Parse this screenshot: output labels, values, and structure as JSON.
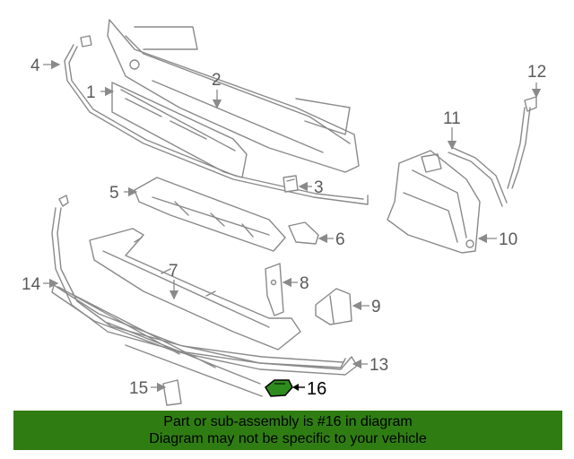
{
  "callouts": {
    "c1": "1",
    "c2": "2",
    "c3": "3",
    "c4": "4",
    "c5": "5",
    "c6": "6",
    "c7": "7",
    "c8": "8",
    "c9": "9",
    "c10": "10",
    "c11": "11",
    "c12": "12",
    "c13": "13",
    "c14": "14",
    "c15": "15",
    "c16": "16"
  },
  "highlight": {
    "part": "16",
    "color": "#2e8b1e"
  },
  "banner": {
    "line1": "Part or sub-assembly is #16 in diagram",
    "line2": "Diagram may not be specific to your vehicle",
    "background": "#2f7d12"
  }
}
